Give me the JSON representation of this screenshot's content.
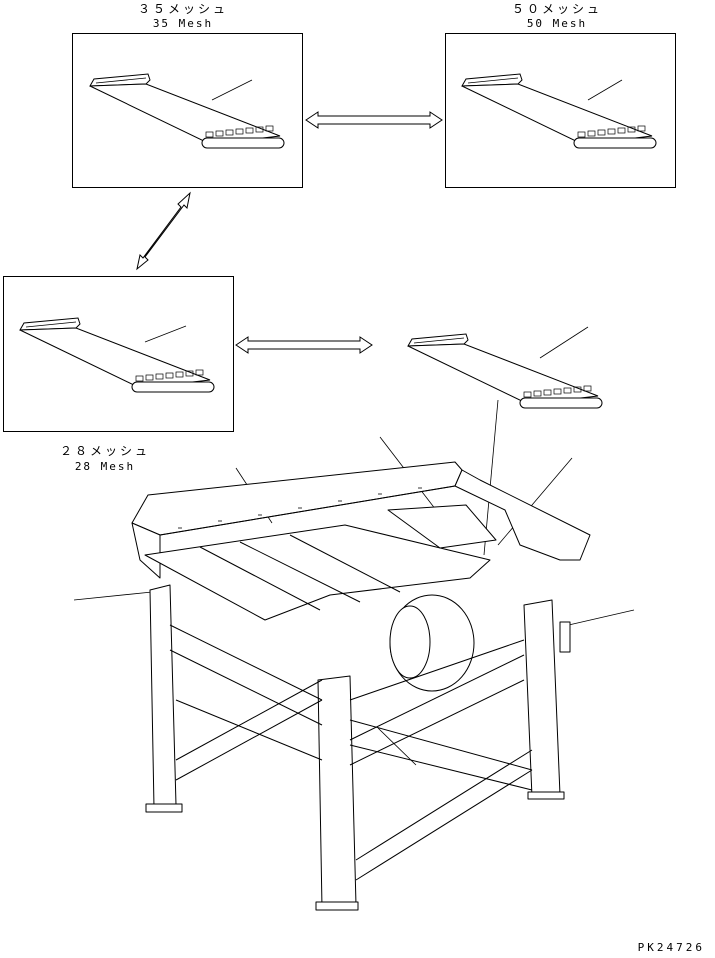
{
  "labels": {
    "mesh35_jp": "３５メッシュ",
    "mesh35_en": "35 Mesh",
    "mesh50_jp": "５０メッシュ",
    "mesh50_en": "50 Mesh",
    "mesh28_jp": "２８メッシュ",
    "mesh28_en": "28 Mesh"
  },
  "drawing_code": "PK24726"
}
